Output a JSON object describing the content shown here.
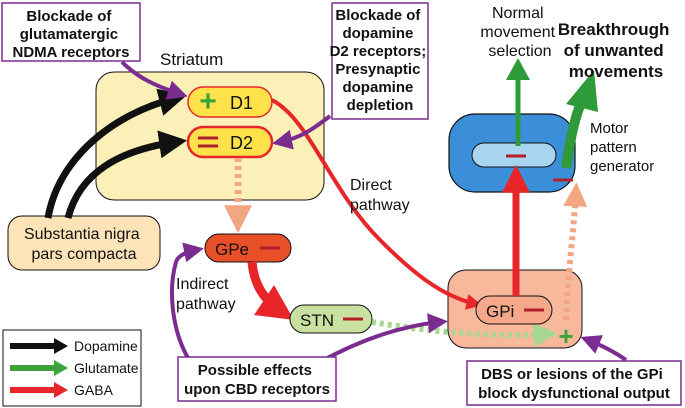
{
  "callouts": {
    "nmda": [
      "Blockade of",
      "glutamatergic",
      "NDMA receptors"
    ],
    "d2": [
      "Blockade of",
      "dopamine",
      "D2 receptors;",
      "Presynaptic",
      "dopamine",
      "depletion"
    ],
    "cbd": [
      "Possible effects",
      "upon CBD receptors"
    ],
    "dbs": [
      "DBS or lesions of the GPi",
      "block dysfunctional output"
    ]
  },
  "regions": {
    "striatum": "Striatum",
    "substantia_nigra": [
      "Substantia nigra",
      "pars compacta"
    ],
    "motor_pattern_generator": [
      "Motor",
      "pattern",
      "generator"
    ]
  },
  "nodes": {
    "d1": "D1",
    "d2": "D2",
    "gpe": "GPe",
    "stn": "STN",
    "gpi": "GPi"
  },
  "pathways": {
    "direct": [
      "Direct",
      "pathway"
    ],
    "indirect": [
      "Indirect",
      "pathway"
    ]
  },
  "outputs": {
    "normal": [
      "Normal",
      "movement",
      "selection"
    ],
    "breakthrough": [
      "Breakthrough",
      "of unwanted",
      "movements"
    ]
  },
  "signs": {
    "plus": "+",
    "minus": "—",
    "double_minus": "="
  },
  "legend": [
    {
      "label": "Dopamine",
      "color": "#111111"
    },
    {
      "label": "Glutamate",
      "color": "#3aa33a"
    },
    {
      "label": "GABA",
      "color": "#e8262a"
    }
  ],
  "colors": {
    "dopamine": "#111111",
    "glutamate": "#3aa33a",
    "gaba": "#e8262a",
    "inhibitory_dashed": "#f4a582",
    "callout_border": "#7b2c8f",
    "striatum_fill": "#fbf0b8",
    "node_yellow": "#ffe24a",
    "sn_fill": "#fde3b8",
    "gpe_fill": "#e8502a",
    "stn_fill": "#c8e0a0",
    "gpi_region": "#f7b89c",
    "gpi_node": "#f6a88a",
    "mpg_fill": "#3b8fd8",
    "mpg_inner": "#a8d4f0"
  }
}
